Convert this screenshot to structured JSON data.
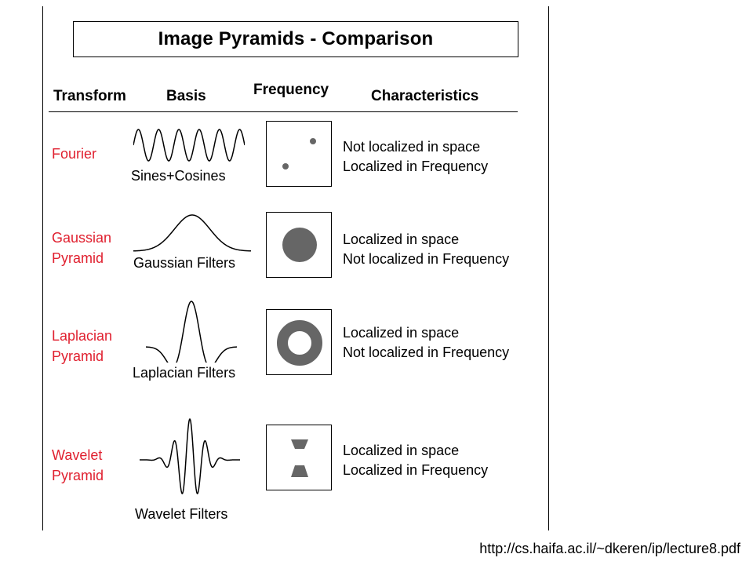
{
  "title": "Image Pyramids  - Comparison",
  "headers": {
    "transform": "Transform",
    "basis": "Basis",
    "frequency": "Frequency",
    "characteristics": "Characteristics"
  },
  "rows": [
    {
      "transform": [
        "Fourier"
      ],
      "basis_label": "Sines+Cosines",
      "characteristics": [
        "Not localized in space",
        "Localized in Frequency"
      ]
    },
    {
      "transform": [
        "Gaussian",
        "Pyramid"
      ],
      "basis_label": "Gaussian Filters",
      "characteristics": [
        "Localized in space",
        "Not localized in Frequency"
      ]
    },
    {
      "transform": [
        "Laplacian",
        "Pyramid"
      ],
      "basis_label": "Laplacian Filters",
      "characteristics": [
        "Localized in space",
        "Not localized in Frequency"
      ]
    },
    {
      "transform": [
        "Wavelet",
        "Pyramid"
      ],
      "basis_label": "Wavelet Filters",
      "characteristics": [
        "Localized in space",
        "Localized in Frequency"
      ]
    }
  ],
  "source_url": "http://cs.haifa.ac.il/~dkeren/ip/lecture8.pdf",
  "colors": {
    "transform_text": "#e0202f",
    "frequency_fill": "#666666"
  }
}
